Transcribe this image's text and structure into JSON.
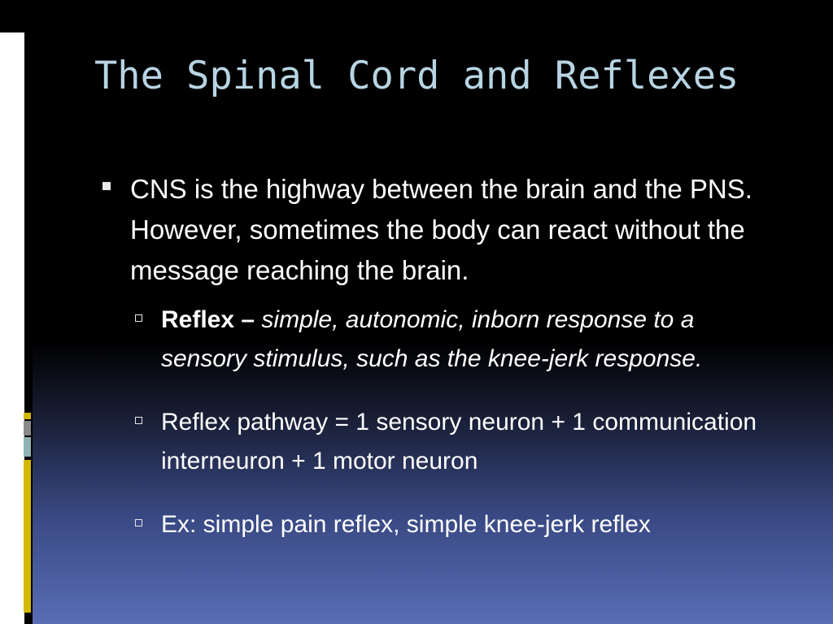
{
  "slide": {
    "title": "The Spinal Cord and Reflexes"
  },
  "bullets": {
    "main": "CNS is the highway between the brain and the PNS. However, sometimes the body can react without the message reaching the brain.",
    "sub1": {
      "term": "Reflex –",
      "definition": "simple, autonomic, inborn response to a sensory stimulus, such as the knee-jerk response."
    },
    "sub2": "Reflex pathway = 1 sensory neuron + 1 communication interneuron + 1 motor neuron",
    "sub3": "Ex: simple pain reflex, simple knee-jerk reflex"
  },
  "colors": {
    "title": "#b8d4e3",
    "text": "#ffffff",
    "accent_yellow": "#d4b800",
    "accent_gray": "#8a8a8a",
    "accent_teal": "#8fb3b3"
  }
}
